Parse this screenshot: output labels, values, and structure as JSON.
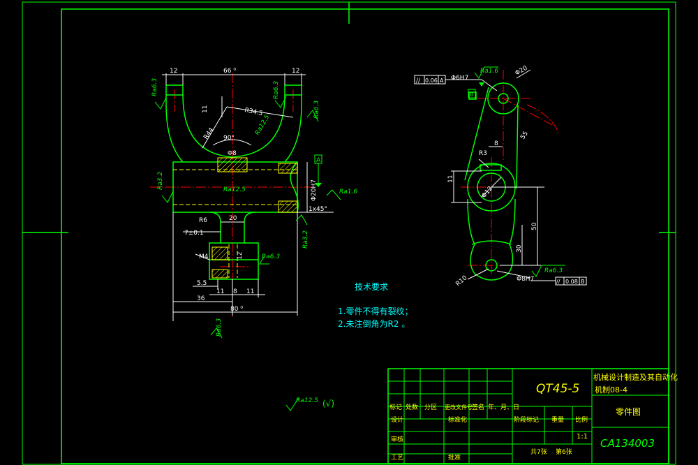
{
  "colors": {
    "background": "#000000",
    "frame": "#00ff00",
    "outline": "#00ff00",
    "dimension": "#ffffff",
    "center_line": "#ff0000",
    "hidden": "#ffff00",
    "hatch": "#ffff00",
    "note_text": "#00ffff",
    "roughness": "#00ff00",
    "title_text": "#ffff00"
  },
  "front_view": {
    "dims": {
      "d12_left": "12",
      "d66": "66 ⁰",
      "d12_right": "12",
      "d11": "11",
      "r345": "R34.5",
      "r44": "R44",
      "ang90": "90°",
      "d8": "Φ8",
      "d7": "7±0.1",
      "r6": "R6",
      "d20": "20",
      "m4": "M4",
      "d12v": "12",
      "d55": "5.5",
      "d11a": "11",
      "d8b": "8",
      "d11b": "11",
      "d36": "36",
      "d80": "80 ⁰",
      "phi20h7": "Φ20H7",
      "chamfer": "1x45°",
      "datum_a": "A"
    },
    "roughness": {
      "ra63_tl": "Ra6.3",
      "ra63_tr": "Ra6.3",
      "ra63_r": "Ra6.3",
      "ra125_arc": "Ra12.5",
      "ra125_hole": "Ra12.5",
      "ra32_l": "Ra3.2",
      "ra16_r": "Ra1.6",
      "ra32_r": "Ra3.2",
      "ra63_slot": "Ra6.3",
      "ra63_bottom": "Ra6.3"
    }
  },
  "side_view": {
    "tolerance": {
      "symbol": "//",
      "value": "0.06",
      "datum": "A"
    },
    "phi6h7": "Φ6H7",
    "ra16": "Ra1.6",
    "datum_b": "B",
    "phi20": "Φ20",
    "d55": "55",
    "r3": "R3",
    "d8": "8",
    "d11": "11",
    "phi12": "Φ12",
    "d50": "50",
    "d30": "30",
    "r10": "R10",
    "phi8h7": "Φ8H7",
    "ra63": "Ra6.3",
    "tolerance2": {
      "symbol": "//",
      "value": "0.08",
      "datum": "B"
    }
  },
  "notes": {
    "heading": "技术要求",
    "line1": "1.零件不得有裂纹；",
    "line2": "2.未注倒角为R2  。"
  },
  "general_roughness": {
    "label": "Ra12.5",
    "paren": "(√)"
  },
  "title_block": {
    "material": "QT45-5",
    "school": "机械设计制造及其自动化",
    "class_name": "机制08-4",
    "drawing_name": "零件图",
    "code": "CA134003",
    "headers": [
      "标记",
      "处数",
      "分区",
      "更改文件号",
      "签名",
      "年、月、日"
    ],
    "design": "设计",
    "standardize": "标准化",
    "stage_mark": "阶段标记",
    "weight": "重量",
    "scale_label": "比例",
    "scale_value": "1:1",
    "check": "审核",
    "process": "工艺",
    "approve": "批准",
    "total_sheets": "共7张",
    "sheet_no": "第6张"
  }
}
